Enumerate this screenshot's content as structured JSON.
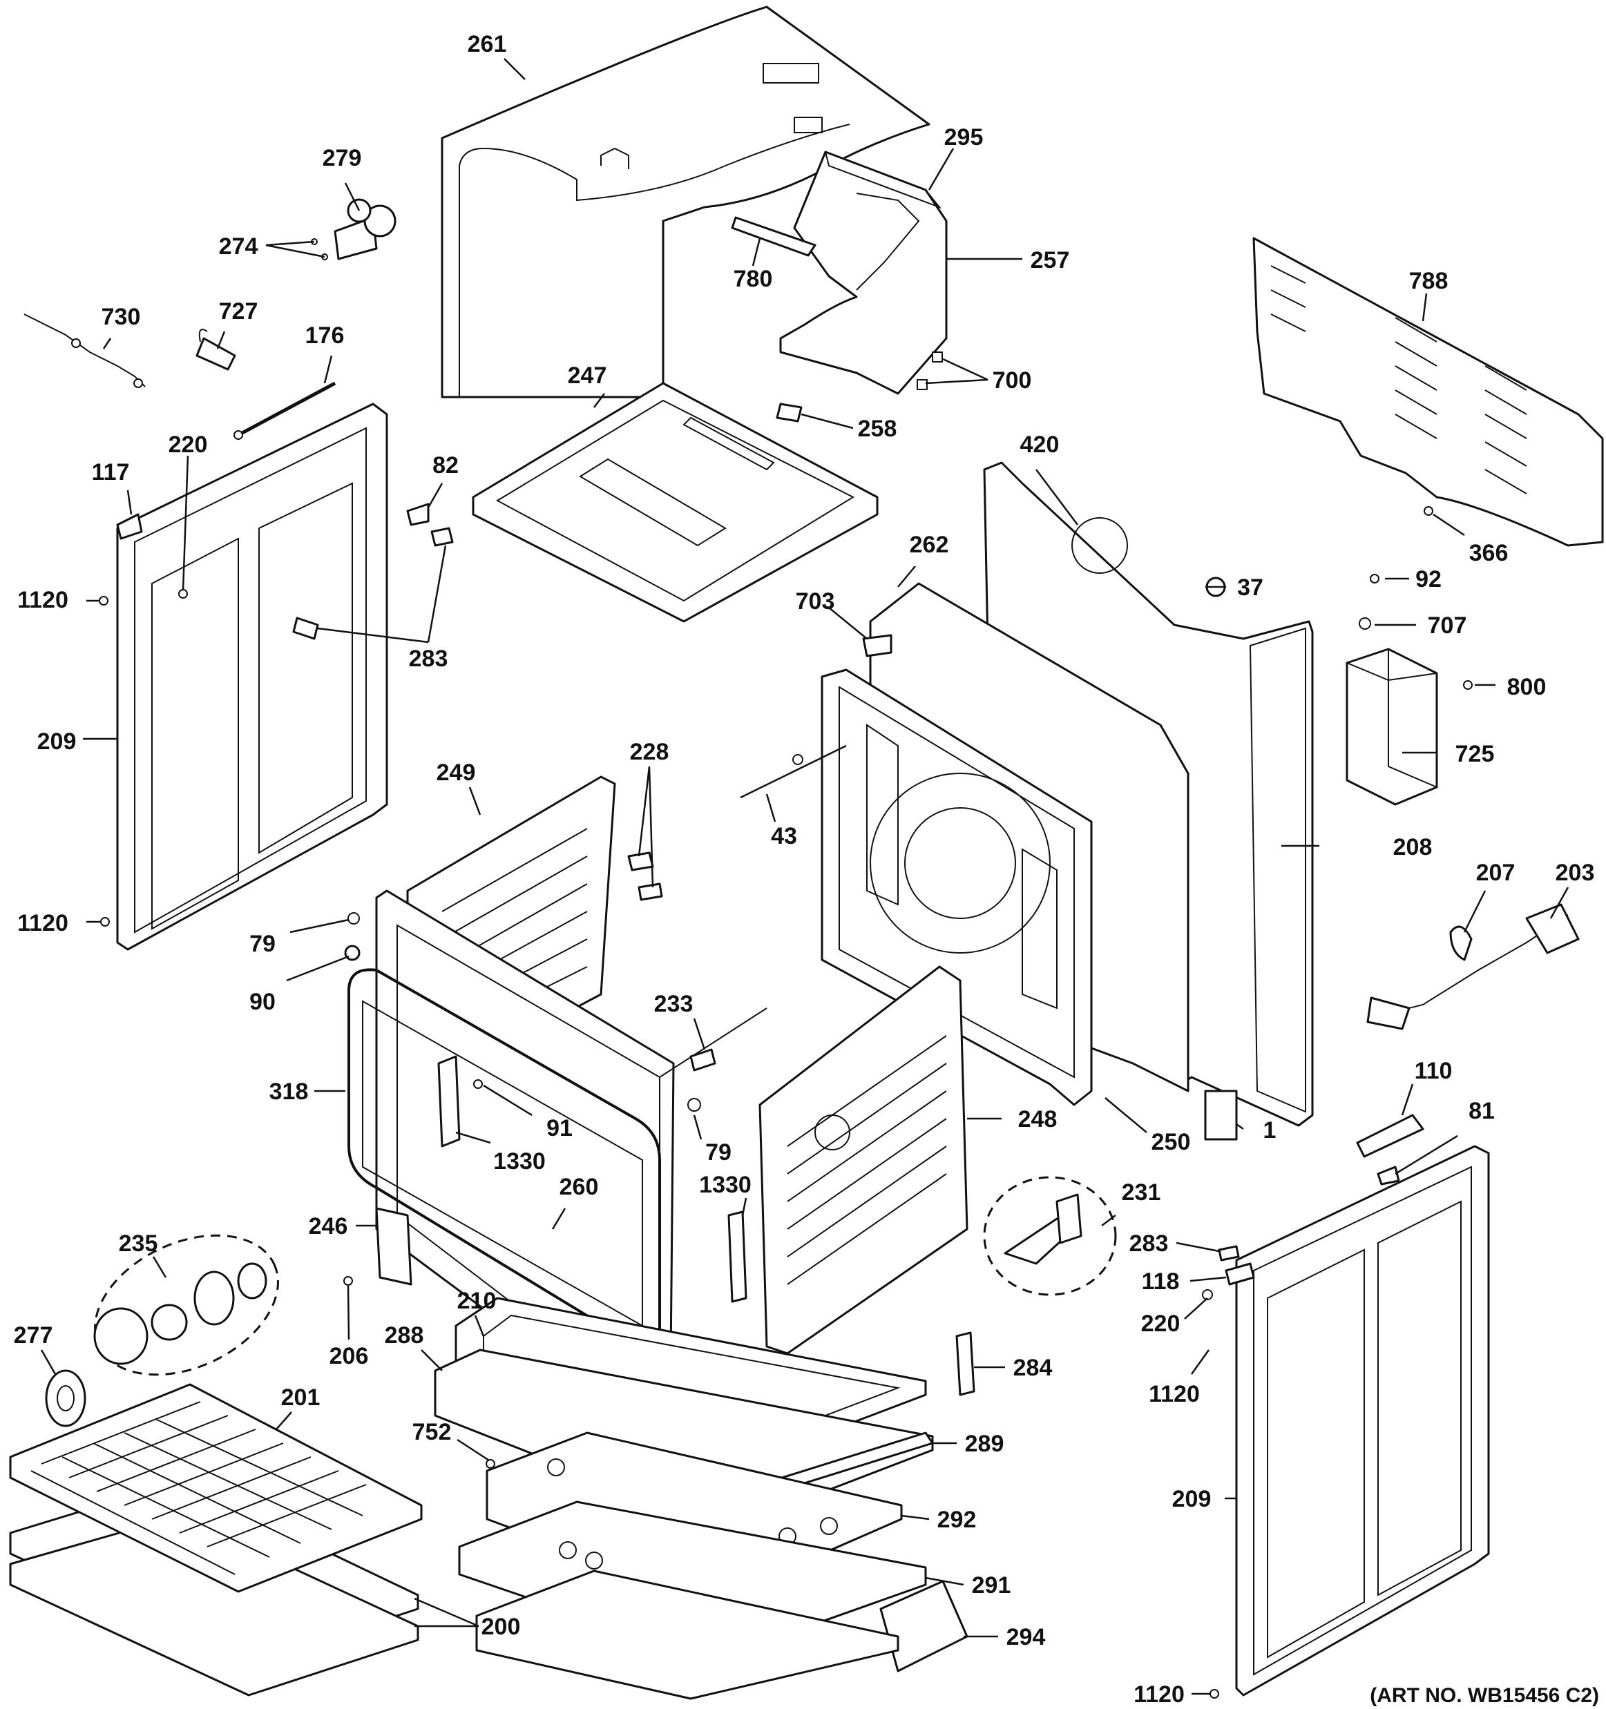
{
  "art_number": "(ART NO. WB15456 C2)",
  "callouts": {
    "c261": "261",
    "c295": "295",
    "c279": "279",
    "c274": "274",
    "c257": "257",
    "c780": "780",
    "c788": "788",
    "c730": "730",
    "c727": "727",
    "c176": "176",
    "c700": "700",
    "c247": "247",
    "c258": "258",
    "c220a": "220",
    "c117": "117",
    "c82": "82",
    "c420": "420",
    "c366": "366",
    "c1120a": "1120",
    "c283a": "283",
    "c262": "262",
    "c37": "37",
    "c92": "92",
    "c703": "703",
    "c707": "707",
    "c800": "800",
    "c209a": "209",
    "c228": "228",
    "c725": "725",
    "c249": "249",
    "c43": "43",
    "c208": "208",
    "c207": "207",
    "c203": "203",
    "c1120b": "1120",
    "c79a": "79",
    "c90": "90",
    "c233": "233",
    "c318": "318",
    "c91": "91",
    "c248": "248",
    "c250": "250",
    "c1": "1",
    "c110": "110",
    "c81": "81",
    "c79b": "79",
    "c1330a": "1330",
    "c1330b": "1330",
    "c260": "260",
    "c231": "231",
    "c246": "246",
    "c235": "235",
    "c283b": "283",
    "c118": "118",
    "c220b": "220",
    "c210": "210",
    "c277": "277",
    "c206": "206",
    "c288": "288",
    "c284": "284",
    "c1120c": "1120",
    "c201": "201",
    "c752": "752",
    "c289": "289",
    "c292": "292",
    "c209b": "209",
    "c291": "291",
    "c200": "200",
    "c294": "294",
    "c1120d": "1120"
  }
}
